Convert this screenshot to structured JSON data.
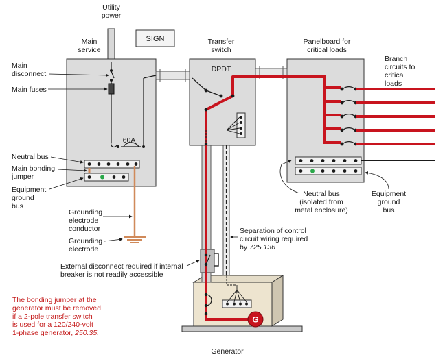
{
  "labels": {
    "utility_power": [
      "Utility",
      "power"
    ],
    "main_service": [
      "Main",
      "service"
    ],
    "sign": "SIGN",
    "transfer_switch": [
      "Transfer",
      "switch"
    ],
    "dpdt": "DPDT",
    "panelboard": [
      "Panelboard for",
      "critical loads"
    ],
    "branch_circuits": [
      "Branch",
      "circuits to",
      "critical",
      "loads"
    ],
    "main_disconnect": [
      "Main",
      "disconnect"
    ],
    "main_fuses": "Main fuses",
    "rating_60a": "60A",
    "neutral_bus": "Neutral bus",
    "main_bonding_jumper": [
      "Main bonding",
      "jumper"
    ],
    "equipment_ground_bus": [
      "Equipment",
      "ground",
      "bus"
    ],
    "grounding_electrode_conductor": [
      "Grounding",
      "electrode",
      "conductor"
    ],
    "grounding_electrode": [
      "Grounding",
      "electrode"
    ],
    "neutral_bus_isolated": [
      "Neutral bus",
      "(isolated from",
      "metal enclosure)"
    ],
    "equipment_ground_bus_right": [
      "Equipment",
      "ground",
      "bus"
    ],
    "separation_note": [
      "Separation of control",
      "circuit wiring required",
      "by "
    ],
    "separation_ref": "725.136",
    "external_disconnect_note": [
      "External disconnect required if internal",
      "breaker is not readily accessible"
    ],
    "bonding_note": [
      "The bonding jumper at the",
      "generator must be removed",
      "if a 2-pole transfer switch",
      "is used for a 120/240-volt",
      "1-phase generator, "
    ],
    "bonding_ref": "250.35.",
    "generator": "Generator",
    "generator_symbol": "G"
  },
  "colors": {
    "enclosure_fill": "#dcdcdc",
    "generator_fill": "#ede4cf",
    "hot_wire": "#c8141e",
    "ground_wire": "#d08a5a",
    "neutral_dot": "#1a1a1a",
    "ground_dot": "#2aa84a",
    "note_red": "#c41a1a"
  }
}
